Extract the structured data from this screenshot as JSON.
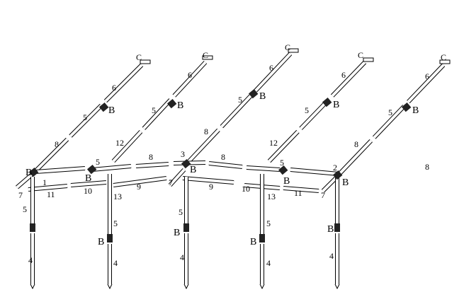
{
  "diagram": {
    "connector_labels": [
      "B",
      "B",
      "B",
      "B",
      "B",
      "B",
      "B",
      "B",
      "B",
      "B",
      "B",
      "B",
      "B",
      "B"
    ],
    "cap_labels": [
      "C",
      "C",
      "C",
      "C",
      "C"
    ],
    "pole_numbers": [
      "6",
      "6",
      "6",
      "6",
      "6",
      "5",
      "5",
      "5",
      "5",
      "5",
      "8",
      "12",
      "8",
      "12",
      "8",
      "8",
      "5",
      "8",
      "8",
      "5",
      "9",
      "9",
      "10",
      "10",
      "11",
      "11",
      "13",
      "13",
      "7",
      "7",
      "7",
      "1",
      "2",
      "3",
      "5",
      "5",
      "5",
      "5",
      "4",
      "4",
      "4",
      "4",
      "4"
    ]
  }
}
